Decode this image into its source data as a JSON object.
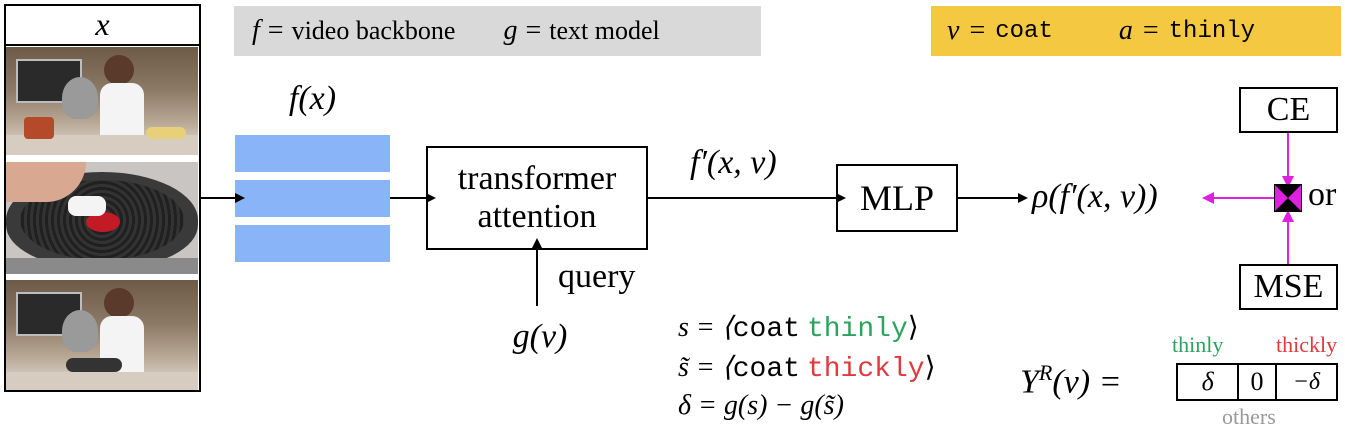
{
  "input": {
    "label": "x"
  },
  "legend_gray": {
    "f": "f",
    "f_desc": "video backbone",
    "g": "g",
    "g_desc": "text model",
    "eq": "="
  },
  "legend_yellow": {
    "v": "v",
    "v_val": "coat",
    "a": "a",
    "a_val": "thinly",
    "eq": "="
  },
  "features": {
    "label": "f(x)"
  },
  "transformer": {
    "line1": "transformer",
    "line2": "attention",
    "query_label": "query",
    "query_input": "g(v)"
  },
  "output_feature": {
    "label": "f′(x, v)"
  },
  "mlp": {
    "label": "MLP"
  },
  "rho": {
    "label": "ρ(f′(x, v))"
  },
  "losses": {
    "ce": "CE",
    "mse": "MSE",
    "or": "or"
  },
  "equations": {
    "s_lhs": "s = ⟨",
    "s_verb": "coat",
    "s_adv": "thinly",
    "s_close": "⟩",
    "st_lhs": "s̃ = ⟨",
    "st_verb": "coat",
    "st_adv": "thickly",
    "st_close": "⟩",
    "delta": "δ = g(s) − g(s̃)"
  },
  "target": {
    "lhs": "Y",
    "sup": "R",
    "arg": "(v) =",
    "cells": [
      "δ",
      "0",
      "−δ"
    ],
    "label_left": "thinly",
    "label_right": "thickly",
    "label_bottom": "others"
  },
  "colors": {
    "green": "#2ca25f",
    "red": "#e0393e",
    "blue": "#8ab4f8",
    "magenta": "#e020e0",
    "legend_gray": "#d9d9d9",
    "legend_yellow": "#f5c842",
    "others_gray": "#999999"
  },
  "icons": {
    "frame1": "kitchen-scene-frame",
    "frame2": "pan-wiping-frame",
    "frame3": "kitchen-scene-frame"
  }
}
